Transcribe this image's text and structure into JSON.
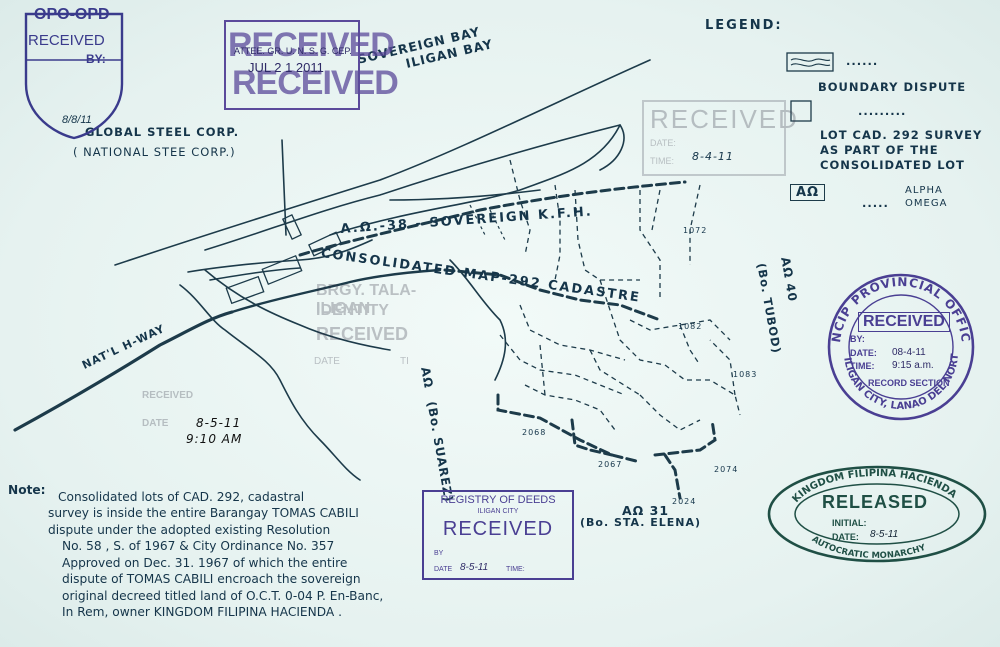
{
  "legend": {
    "title": "LEGEND:",
    "items": [
      {
        "symbol": "hatched-box",
        "dots": "......",
        "label": "BOUNDARY DISPUTE"
      },
      {
        "symbol": "open-box",
        "dots": ".........",
        "label_lines": [
          "LOT CAD. 292 SURVEY",
          "AS PART OF THE",
          "CONSOLIDATED LOT"
        ]
      },
      {
        "symbol_text": "AΩ",
        "dots": ".....",
        "label_lines": [
          "ALPHA",
          "OMEGA"
        ]
      }
    ]
  },
  "map_labels": {
    "bay": [
      "SOVEREIGN BAY",
      "ILIGAN BAY"
    ],
    "global_steel": [
      "GLOBAL STEEL CORP.",
      "( NATIONAL STEE CORP.)"
    ],
    "sovereign_kfh": "A.Ω.-38 - SOVEREIGN K.F.H.",
    "consolidated": "CONSOLIDATED MAP-292 CADASTRE",
    "natl_hway": "NAT'L H-WAY",
    "suarez": [
      "AΩ",
      "(Bo. SUAREZ)"
    ],
    "tubod": [
      "AΩ 40",
      "(Bo. TUBOD)"
    ],
    "sta_elena": [
      "AΩ 31",
      "(Bo. STA. ELENA)"
    ],
    "lot_numbers": [
      "1072",
      "1082",
      "1083",
      "2068",
      "2067",
      "2074",
      "2024"
    ]
  },
  "stamps": {
    "opo": {
      "header": "OPO-OPD",
      "received": "RECEIVED",
      "by": "BY:",
      "date": "8/8/11"
    },
    "received_big": {
      "word": "RECEIVED",
      "inner": [
        "ATTEE. GR. U. N. S. G. CEP.",
        "JUL 2 1 2011"
      ]
    },
    "received_faint": {
      "word": "RECEIVED",
      "lines": [
        "DATE:",
        "8-4-11",
        "TIME:"
      ]
    },
    "ncip": {
      "arc_top": "NCIP PROVINCIAL OFFICE",
      "received": "RECEIVED",
      "by": "BY:",
      "date_label": "DATE:",
      "date": "08-4-11",
      "time_label": "TIME:",
      "time": "9:15 a.m.",
      "record": "RECORD SECTION",
      "arc_bottom": "ILIGAN CITY, LANAO DEL NORTE"
    },
    "barangay_faint": {
      "lines": [
        "BRGY. TALA-ILIGAN",
        "IDENTITY",
        "RECEIVED"
      ],
      "date": "DATE",
      "time": "TI"
    },
    "left_faint": {
      "lines": [
        "RECEIVED",
        "DATE"
      ],
      "handwritten": [
        "8-5-11",
        "9:10 AM"
      ]
    },
    "registry": {
      "title": "REGISTRY OF DEEDS",
      "city": "ILIGAN CITY",
      "received": "RECEIVED",
      "by": "BY",
      "date_label": "DATE",
      "date": "8-5-11",
      "time": "TIME:"
    },
    "released": {
      "arc_top": "KINGDOM FILIPINA HACIENDA",
      "word": "RELEASED",
      "initial": "INITIAL:",
      "date_label": "DATE:",
      "date": "8-5-11",
      "arc_bottom": "AUTOCRATIC MONARCHY"
    }
  },
  "note": {
    "heading": "Note:",
    "lines": [
      "Consolidated lots of CAD. 292, cadastral",
      "survey is inside the entire Barangay TOMAS CABILI",
      "dispute under the adopted existing Resolution",
      "No. 58 , S. of 1967 & City Ordinance No. 357",
      "Approved on Dec. 31. 1967 of which the entire",
      "dispute of TOMAS CABILI encroach the sovereign",
      "original decreed titled land of O.C.T. 0-04 P. En-Banc,",
      "In Rem, owner KINGDOM FILIPINA HACIENDA ."
    ]
  },
  "colors": {
    "ink": "#15354a",
    "line": "#1d3b4a",
    "violet": "#4a3f93",
    "green": "#1f4f45",
    "paper": "#e9f4f2"
  }
}
